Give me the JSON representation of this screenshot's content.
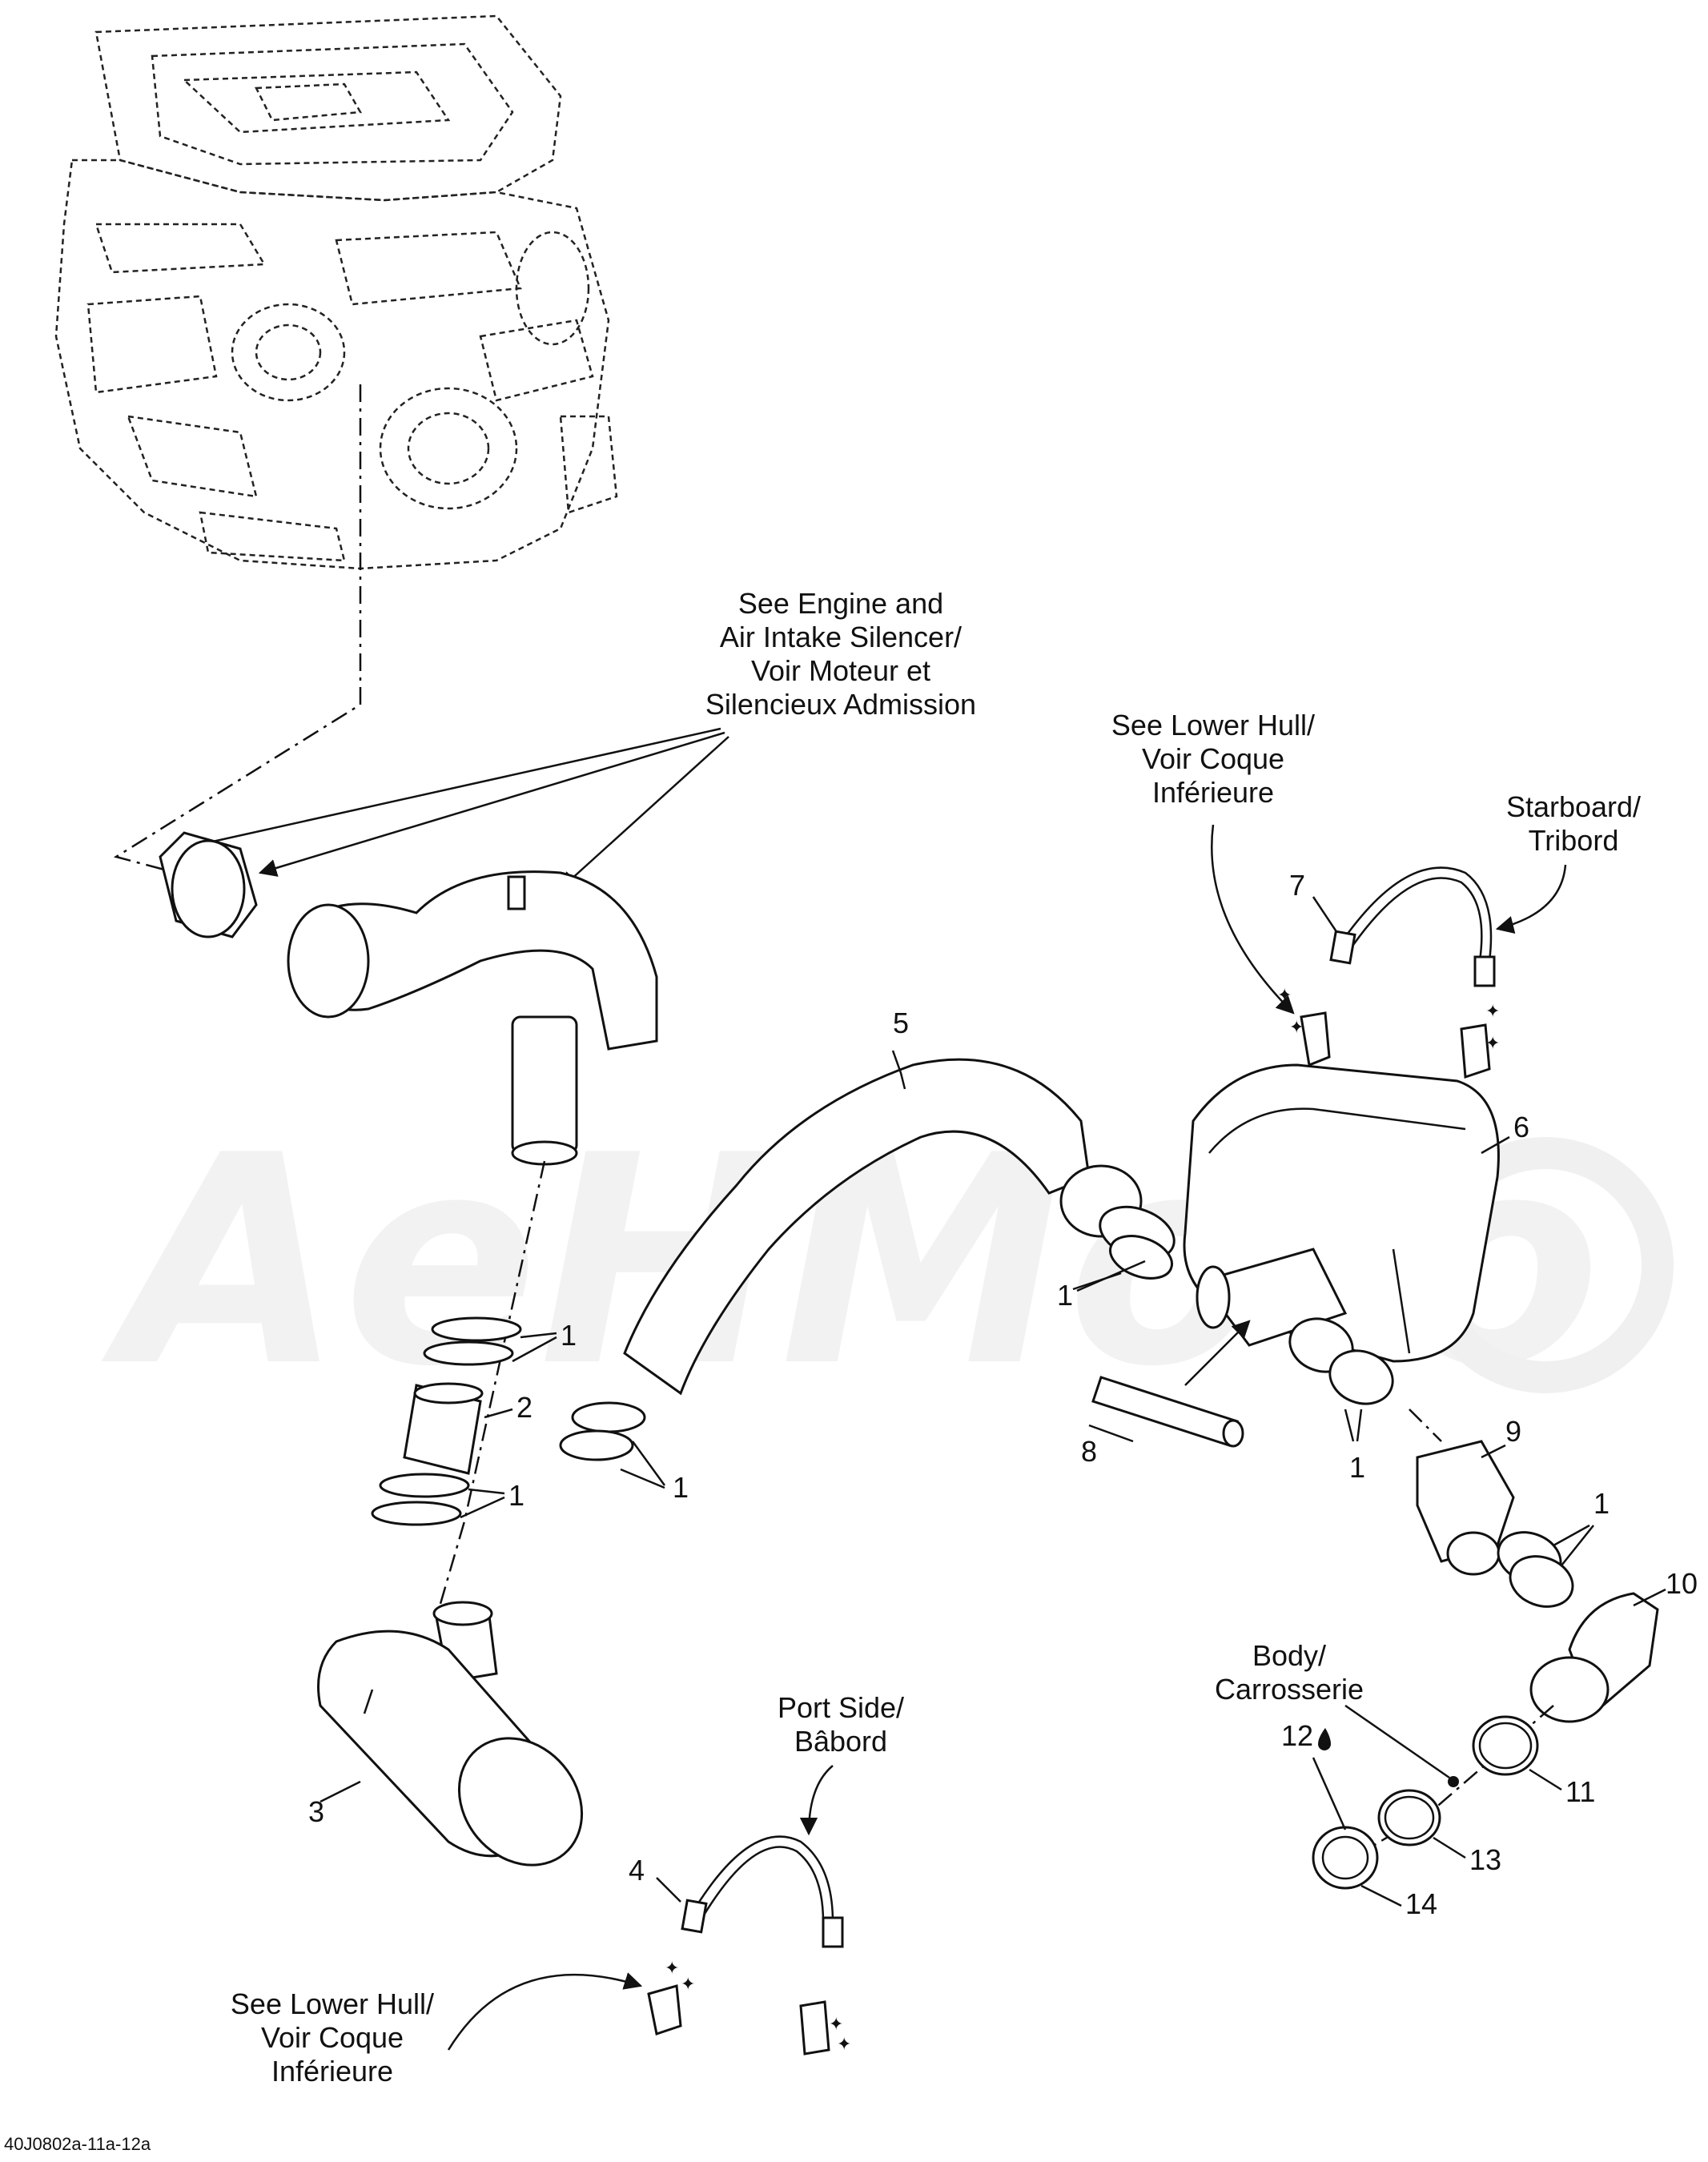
{
  "watermark": "AeHMoto",
  "callouts": {
    "engine": [
      "See Engine and",
      "Air Intake Silencer/",
      "Voir Moteur et",
      "Silencieux Admission"
    ],
    "lower_hull_top": [
      "See Lower Hull/",
      "Voir Coque",
      "Inférieure"
    ],
    "starboard": [
      "Starboard/",
      "Tribord"
    ],
    "port": [
      "Port Side/",
      "Bâbord"
    ],
    "lower_hull_bottom": [
      "See Lower Hull/",
      "Voir Coque",
      "Inférieure"
    ],
    "body": [
      "Body/",
      "Carrosserie"
    ]
  },
  "part_numbers": {
    "p1a": "1",
    "p1b": "1",
    "p1c": "1",
    "p1d": "1",
    "p1e": "1",
    "p1f": "1",
    "p2": "2",
    "p3": "3",
    "p4": "4",
    "p5": "5",
    "p6": "6",
    "p7": "7",
    "p8": "8",
    "p9": "9",
    "p10": "10",
    "p11": "11",
    "p12": "12",
    "p13": "13",
    "p14": "14"
  },
  "drawing_code": "40J0802a-11a-12a"
}
